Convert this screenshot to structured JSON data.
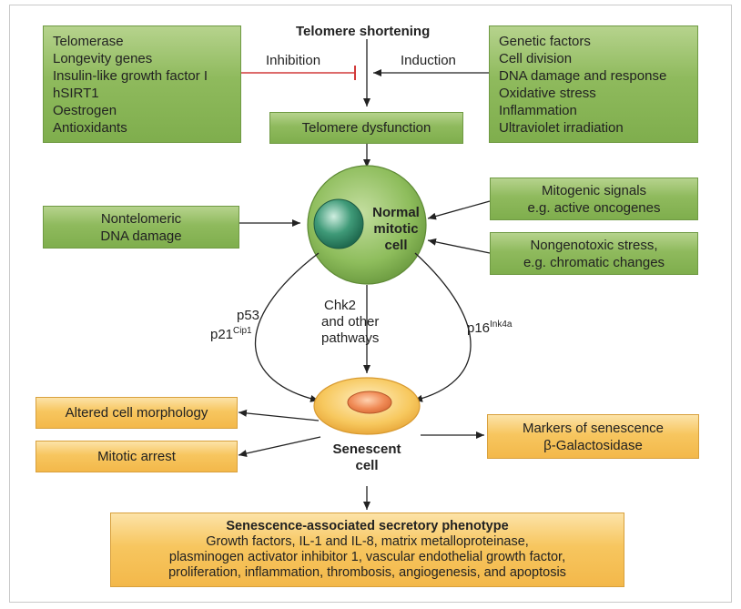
{
  "title": "Telomere shortening",
  "inhibition_label": "Inhibition",
  "induction_label": "Induction",
  "inhibitors": [
    "Telomerase",
    "Longevity genes",
    "Insulin-like growth factor I",
    "hSIRT1",
    "Oestrogen",
    "Antioxidants"
  ],
  "inducers": [
    "Genetic factors",
    "Cell division",
    "DNA damage and response",
    "Oxidative stress",
    "Inflammation",
    "Ultraviolet irradiation"
  ],
  "telomere_dysfunction": "Telomere dysfunction",
  "normal_cell": [
    "Normal",
    "mitotic",
    "cell"
  ],
  "nontelomeric": [
    "Nontelomeric",
    "DNA damage"
  ],
  "mitogenic": [
    "Mitogenic signals",
    "e.g. active oncogenes"
  ],
  "nongenotoxic": [
    "Nongenotoxic stress,",
    "e.g. chromatic changes"
  ],
  "pathway_p53": "p53",
  "pathway_p21_base": "p21",
  "pathway_p21_sup": "Cip1",
  "pathway_chk2": [
    "Chk2",
    "and other",
    "pathways"
  ],
  "pathway_p16_base": "p16",
  "pathway_p16_sup": "Ink4a",
  "senescent_cell": [
    "Senescent",
    "cell"
  ],
  "altered_morphology": "Altered cell morphology",
  "mitotic_arrest": "Mitotic arrest",
  "markers": [
    "Markers of senescence",
    "β-Galactosidase"
  ],
  "sasp_title": "Senescence-associated secretory phenotype",
  "sasp_lines": [
    "Growth factors, IL-1 and IL-8, matrix metalloproteinase,",
    "plasminogen activator inhibitor 1, vascular endothelial growth factor,",
    "proliferation, inflammation, thrombosis, angiogenesis, and apoptosis"
  ]
}
